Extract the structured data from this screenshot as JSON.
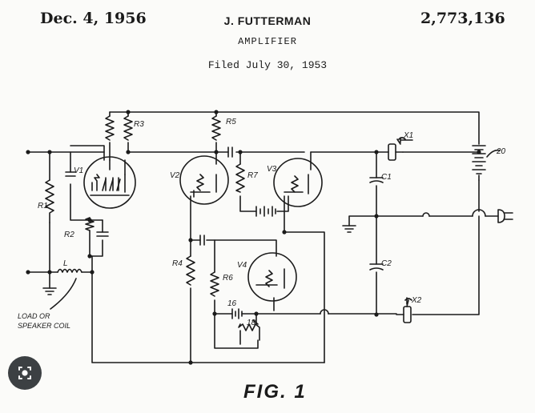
{
  "header": {
    "date": "Dec. 4, 1956",
    "inventor": "J. FUTTERMAN",
    "title": "AMPLIFIER",
    "filed": "Filed July 30, 1953",
    "patent_number": "2,773,136"
  },
  "figure_label": "FIG. 1",
  "labels": {
    "r1": "R1",
    "r2": "R2",
    "r3": "R3",
    "r4": "R4",
    "r5": "R5",
    "r6": "R6",
    "r7": "R7",
    "v1": "V1",
    "v2": "V2",
    "v3": "V3",
    "v4": "V4",
    "c1": "C1",
    "c2": "C2",
    "x1": "X1",
    "x2": "X2",
    "l": "L",
    "n16": "16",
    "n18": "18",
    "n20": "20",
    "load_line1": "LOAD OR",
    "load_line2": "SPEAKER COIL"
  },
  "overlay": {
    "lens_icon": "google-lens-icon"
  }
}
